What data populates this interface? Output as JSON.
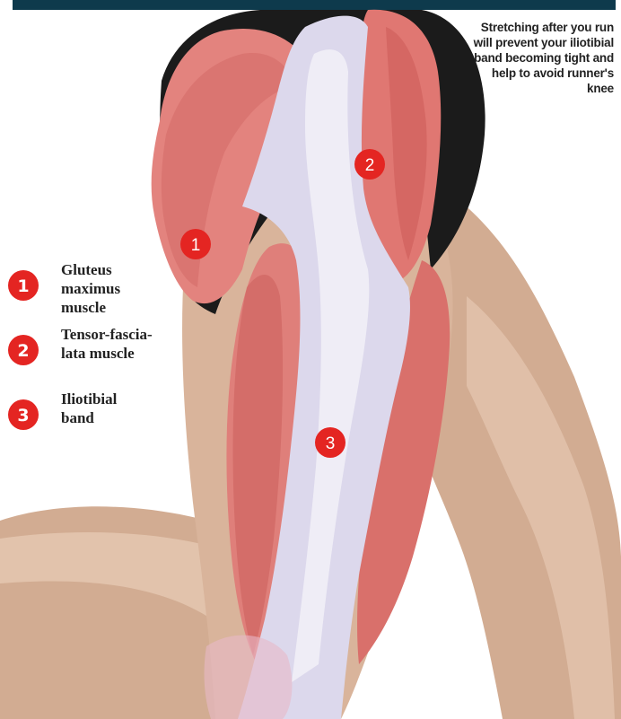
{
  "caption": "Stretching after you run will prevent your iliotibial band becoming tight and help to avoid runner's knee",
  "markers": [
    "1",
    "2",
    "3"
  ],
  "legend": [
    {
      "number": "1",
      "label": "Gluteus maximus muscle"
    },
    {
      "number": "2",
      "label": "Tensor-fascia-lata muscle"
    },
    {
      "number": "3",
      "label": "Iliotibial band"
    }
  ],
  "colors": {
    "badge": "#e42522",
    "banner": "#0e3a4c",
    "skin": "#d2ac92",
    "muscle": "#e07b78",
    "band": "#dcd8ec",
    "shorts": "#1b1b1b"
  }
}
